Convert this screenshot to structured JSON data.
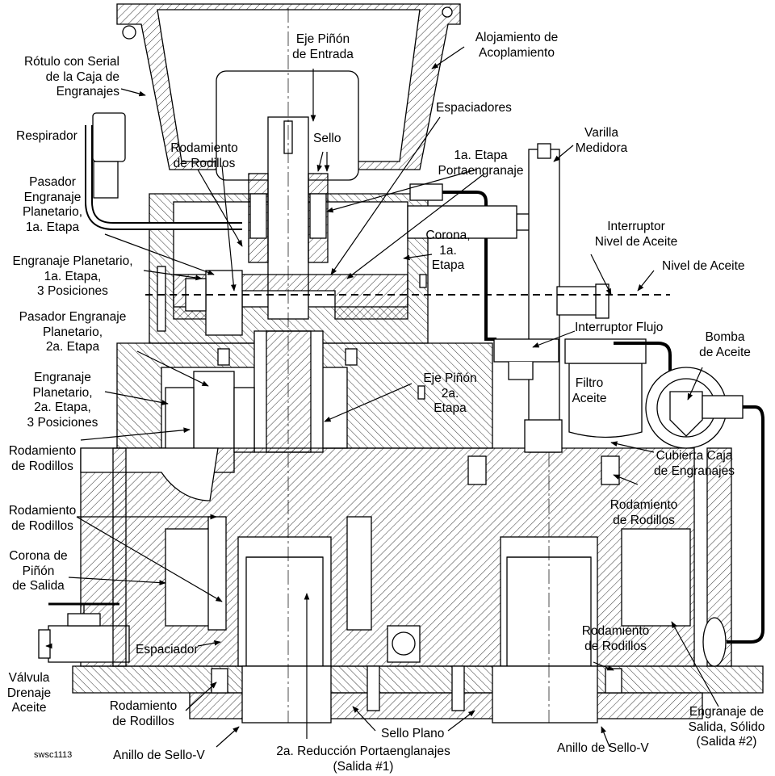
{
  "labels": {
    "rotulo": "Rótulo con Serial\nde la Caja de\nEngranajes",
    "respirador": "Respirador",
    "eje_pinon_entrada": "Eje Piñón\nde Entrada",
    "alojamiento": "Alojamiento de\nAcoplamiento",
    "espaciadores": "Espaciadores",
    "sello": "Sello",
    "rodamiento_1": "Rodamiento\nde Rodillos",
    "etapa_portaengranaje": "1a. Etapa\nPortaengranaje",
    "varilla": "Varilla\nMedidora",
    "pasador_1": "Pasador\nEngranaje\nPlanetario,\n1a. Etapa",
    "interruptor_nivel": "Interruptor\nNivel de Aceite",
    "corona_1": "Corona,\n1a.\nEtapa",
    "engranaje_planetario_1": "Engranaje Planetario,\n1a. Etapa,\n3 Posiciones",
    "nivel_aceite": "Nivel de Aceite",
    "pasador_2": "Pasador Engranaje\nPlanetario,\n2a. Etapa",
    "interruptor_flujo": "Interruptor Flujo",
    "bomba": "Bomba\nde Aceite",
    "engranaje_planetario_2": "Engranaje\nPlanetario,\n2a. Etapa,\n3 Posiciones",
    "eje_pinon_2": "Eje Piñón\n2a.\nEtapa",
    "filtro": "Filtro\nAceite",
    "rodamiento_2": "Rodamiento\nde Rodillos",
    "cubierta": "Cubierta Caja\nde Engranajes",
    "rodamiento_3": "Rodamiento\nde Rodillos",
    "rodamiento_right": "Rodamiento\nde Rodillos",
    "corona_pinon_salida": "Corona de\nPiñón\nde Salida",
    "valvula": "Válvula\nDrenaje\nAceite",
    "espaciador": "Espaciador",
    "rodamiento_right_lower": "Rodamiento\nde Rodillos",
    "rodamiento_bottom": "Rodamiento\nde Rodillos",
    "engranaje_salida": "Engranaje de\nSalida, Sólido\n(Salida #2)",
    "sello_plano": "Sello Plano",
    "anillo_left": "Anillo de Sello-V",
    "reduccion": "2a. Reducción Portaenglanajes\n(Salida #1)",
    "anillo_right": "Anillo de Sello-V",
    "code": "swsc1113"
  }
}
